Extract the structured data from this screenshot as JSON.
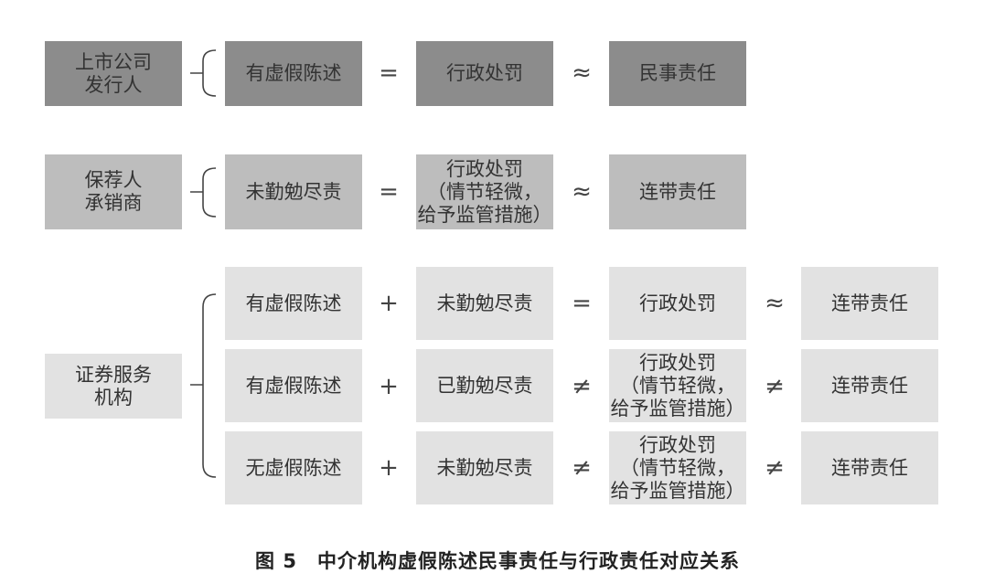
{
  "diagram": {
    "caption": "图 5　中介机构虚假陈述民事责任与行政责任对应关系",
    "row1": {
      "subject": [
        "上市公司",
        "发行人"
      ],
      "condition": "有虚假陈述",
      "op1": "=",
      "admin": "行政处罚",
      "op2": "≈",
      "civil": "民事责任"
    },
    "row2": {
      "subject": [
        "保荐人",
        "承销商"
      ],
      "condition": "未勤勉尽责",
      "op1": "=",
      "admin": [
        "行政处罚",
        "（情节轻微，",
        "给予监管措施）"
      ],
      "op2": "≈",
      "civil": "连带责任"
    },
    "row3": {
      "subject": [
        "证券服务",
        "机构"
      ],
      "cases": [
        {
          "a": "有虚假陈述",
          "op1": "+",
          "b": "未勤勉尽责",
          "op2": "=",
          "admin": [
            "行政处罚"
          ],
          "op3": "≈",
          "civil": "连带责任"
        },
        {
          "a": "有虚假陈述",
          "op1": "+",
          "b": "已勤勉尽责",
          "op2": "≠",
          "admin": [
            "行政处罚",
            "（情节轻微，",
            "给予监管措施）"
          ],
          "op3": "≠",
          "civil": "连带责任"
        },
        {
          "a": "无虚假陈述",
          "op1": "+",
          "b": "未勤勉尽责",
          "op2": "≠",
          "admin": [
            "行政处罚",
            "（情节轻微，",
            "给予监管措施）"
          ],
          "op3": "≠",
          "civil": "连带责任"
        }
      ]
    }
  }
}
